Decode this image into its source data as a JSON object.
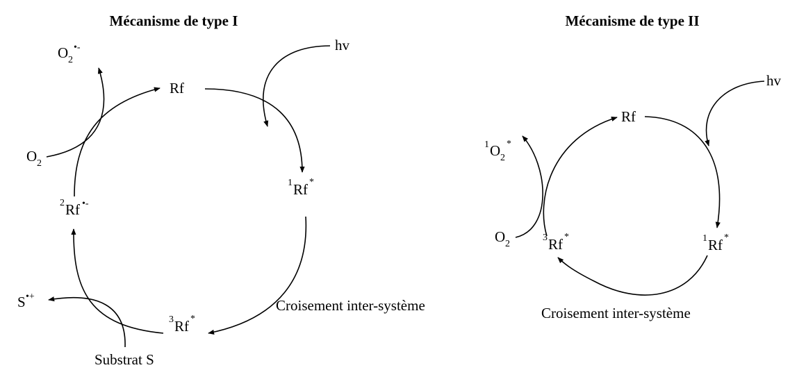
{
  "type1": {
    "title": "Mécanisme de type I",
    "hv": "hv",
    "rf": "Rf",
    "singlet": {
      "sup": "1",
      "base": "Rf",
      "mark": "*"
    },
    "triplet": {
      "sup": "3",
      "base": "Rf",
      "mark": "*"
    },
    "radical_anion": {
      "sup": "2",
      "base": "Rf",
      "mark": "•-"
    },
    "superoxide": {
      "base": "O",
      "sub": "2",
      "mark": "•-"
    },
    "oxygen": {
      "base": "O",
      "sub": "2"
    },
    "radical_cation": {
      "base": "S",
      "mark": "•+"
    },
    "substrate": "Substrat S",
    "isc": "Croisement inter-système"
  },
  "type2": {
    "title": "Mécanisme de type II",
    "hv": "hv",
    "rf": "Rf",
    "singlet": {
      "sup": "1",
      "base": "Rf",
      "mark": "*"
    },
    "triplet": {
      "sup": "3",
      "base": "Rf",
      "mark": "*"
    },
    "singlet_oxygen": {
      "sup": "1",
      "base": "O",
      "sub": "2",
      "mark": "*"
    },
    "oxygen": {
      "base": "O",
      "sub": "2"
    },
    "isc": "Croisement inter-système"
  }
}
